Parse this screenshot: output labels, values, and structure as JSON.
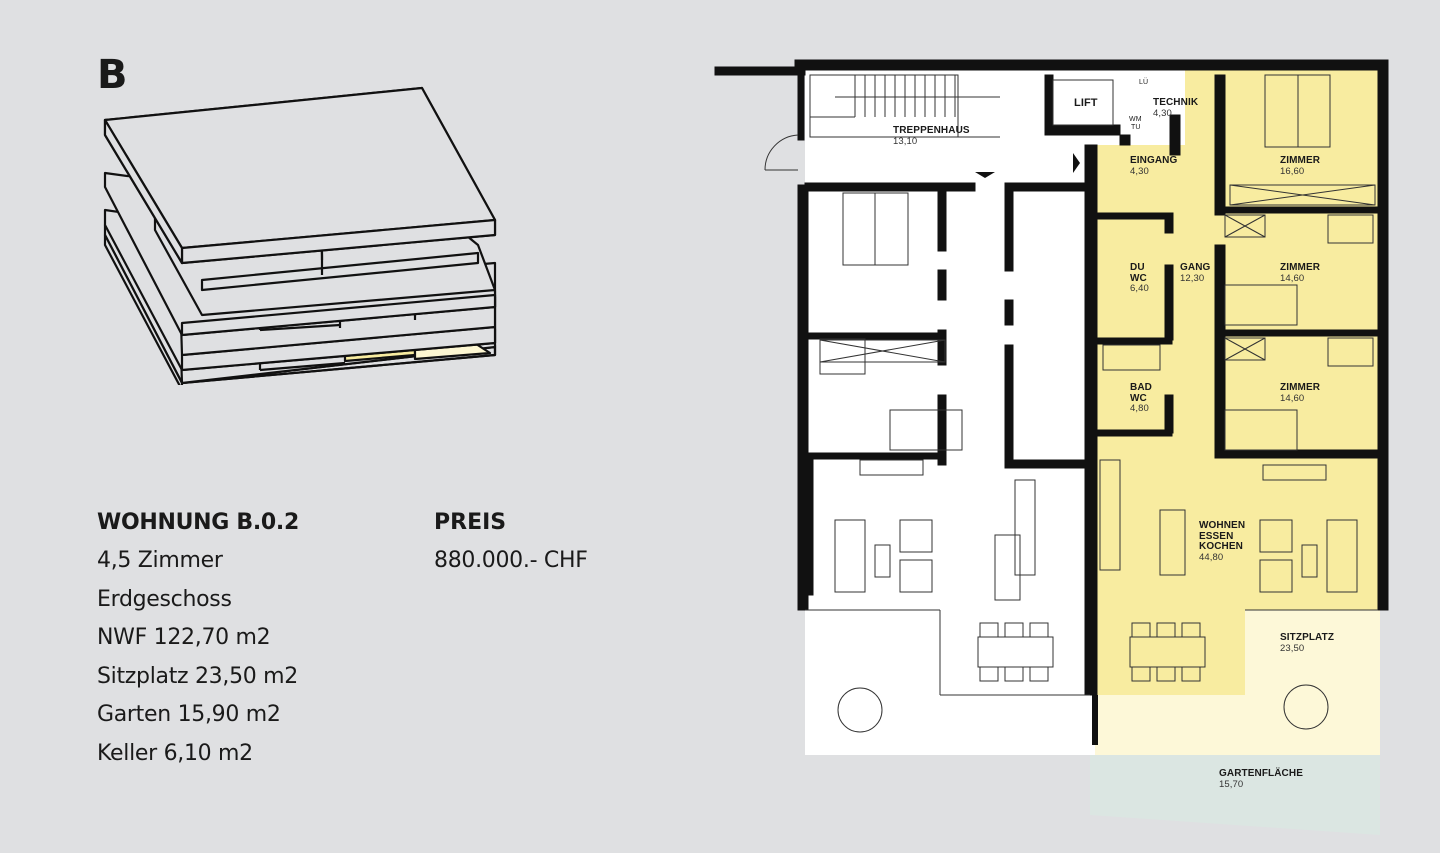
{
  "building": {
    "letter": "B"
  },
  "apartment": {
    "title": "WOHNUNG B.0.2",
    "details": [
      "4,5 Zimmer",
      "Erdgeschoss",
      "NWF 122,70 m2",
      "Sitzplatz 23,50 m2",
      "Garten 15,90 m2",
      "Keller 6,10 m2"
    ]
  },
  "price": {
    "title": "PREIS",
    "value": "880.000.- CHF"
  },
  "colors": {
    "background": "#dfe0e2",
    "highlight": "#f8eca0",
    "highlight_light": "#fdf8d8",
    "garden": "#dbe6e2",
    "wall": "#111111"
  },
  "floorplan": {
    "rooms": [
      {
        "name": "TREPPENHAUS",
        "area": "13,10"
      },
      {
        "name": "LIFT",
        "area": ""
      },
      {
        "name": "TECHNIK",
        "area": "4,30"
      },
      {
        "name": "EINGANG",
        "area": "4,30"
      },
      {
        "name": "ZIMMER",
        "area": "16,60"
      },
      {
        "name": "DU WC",
        "area": "6,40"
      },
      {
        "name": "GANG",
        "area": "12,30"
      },
      {
        "name": "ZIMMER",
        "area": "14,60"
      },
      {
        "name": "BAD WC",
        "area": "4,80"
      },
      {
        "name": "ZIMMER",
        "area": "14,60"
      },
      {
        "name": "WOHNEN ESSEN KOCHEN",
        "area": "44,80"
      },
      {
        "name": "SITZPLATZ",
        "area": "23,50"
      },
      {
        "name": "GARTENFLÄCHE",
        "area": "15,70"
      }
    ],
    "fixtures": {
      "lu": "LÜ",
      "wm": "WM",
      "tu": "TU"
    }
  }
}
